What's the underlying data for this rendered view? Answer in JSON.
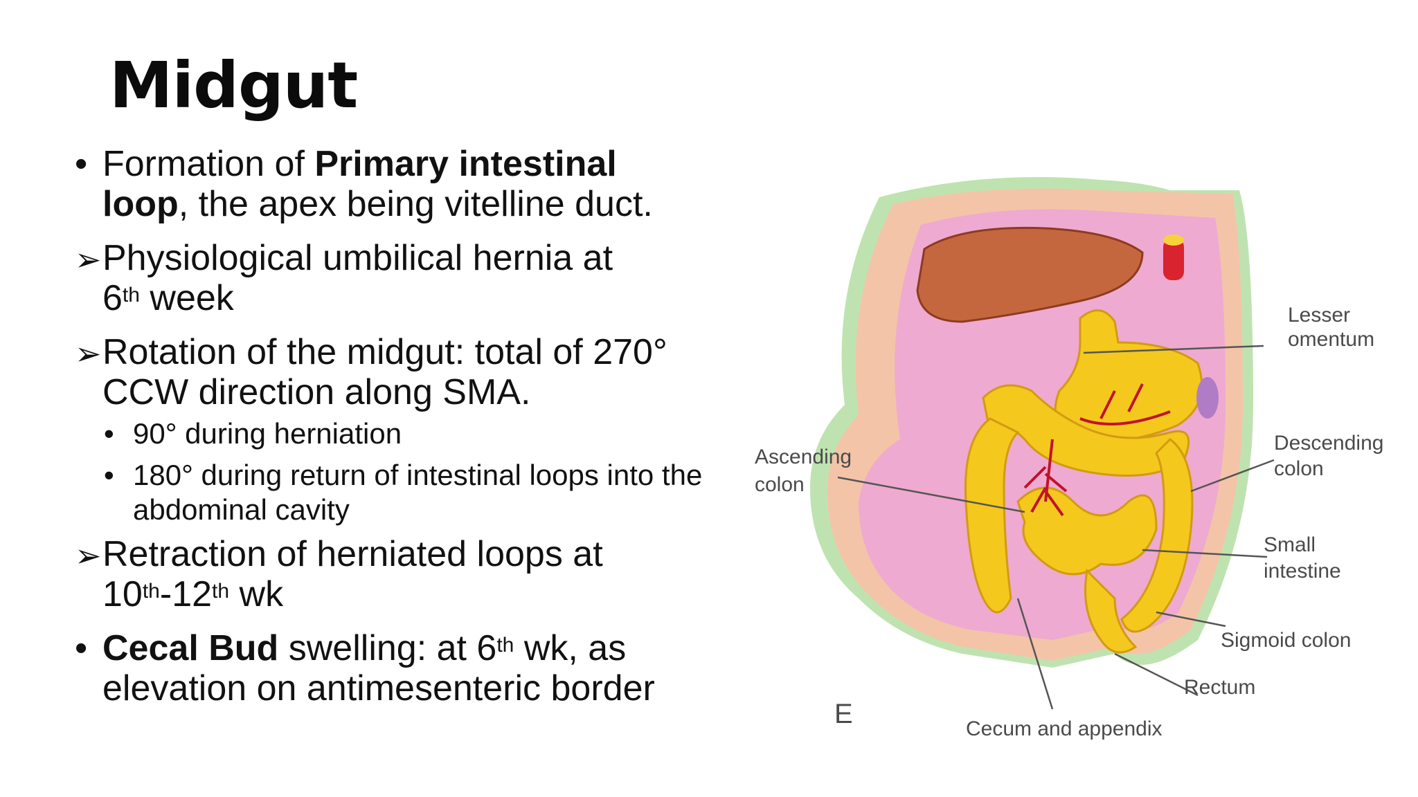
{
  "slide": {
    "title": "Midgut",
    "bullets": [
      {
        "type": "dot",
        "lead": "Formation of ",
        "bold": "Primary intestinal loop",
        "rest": ", the apex being vitelline duct."
      },
      {
        "type": "arrow",
        "text": " Physiological umbilical hernia at",
        "line2_pre": "6",
        "line2_sup": "th",
        "line2_post": " week"
      },
      {
        "type": "arrow",
        "text": " Rotation of the midgut: total of 270° CCW direction along SMA."
      },
      {
        "sub": [
          "90° during herniation",
          "180° during return of intestinal loops into the abdominal cavity"
        ]
      },
      {
        "type": "arrow",
        "text": " Retraction of herniated loops at",
        "line2_a": "10",
        "line2_sup1": "th",
        "line2_b": "-12",
        "line2_sup2": "th",
        "line2_post": " wk"
      },
      {
        "type": "dot",
        "bold": "Cecal Bud",
        "rest": " swelling: at 6",
        "sup": "th",
        "rest2": " wk, as elevation on antimesenteric border"
      }
    ]
  },
  "figure": {
    "panel_letter": "E",
    "labels": {
      "lesser_omentum_1": "Lesser",
      "lesser_omentum_2": "omentum",
      "ascending_colon_1": "Ascending",
      "ascending_colon_2": "colon",
      "descending_colon_1": "Descending",
      "descending_colon_2": "colon",
      "small_intestine_1": "Small",
      "small_intestine_2": "intestine",
      "sigmoid_colon": "Sigmoid colon",
      "rectum": "Rectum",
      "cecum_appendix": "Cecum and appendix"
    },
    "colors": {
      "body_wall": "#f3c4a8",
      "skin": "#bfe3b0",
      "cavity": "#eeaad0",
      "liver": "#c4673f",
      "intestine": "#f4c81d",
      "vessels": "#c1122c"
    }
  },
  "icons": {
    "bullet": "•",
    "arrow": "➢"
  }
}
